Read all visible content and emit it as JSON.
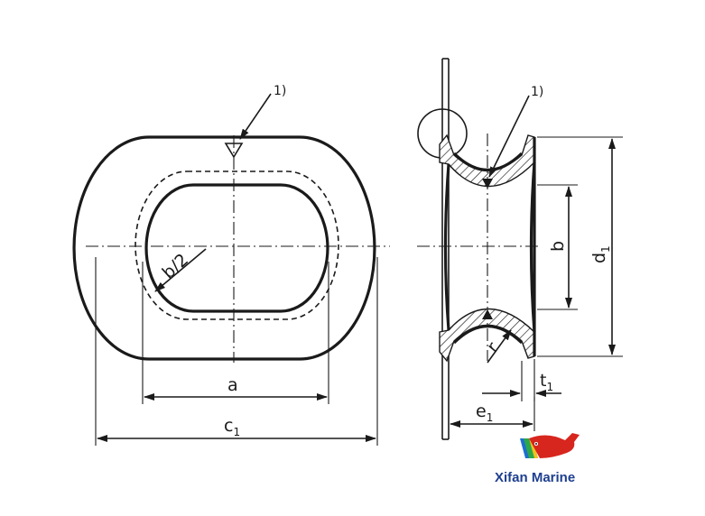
{
  "labels": {
    "callout_left": "1)",
    "callout_right": "1)",
    "dim_a": "a",
    "dim_c": "c",
    "dim_c_sub": "1",
    "dim_b_half": "b/2",
    "dim_b": "b",
    "dim_d": "d",
    "dim_d_sub": "1",
    "dim_t": "t",
    "dim_t_sub": "1",
    "dim_e": "e",
    "dim_e_sub": "1",
    "dim_r": "r"
  },
  "logo": {
    "brand": "Xifan Marine",
    "icon": "whale-logo-icon",
    "colors": {
      "body": "#d7261e",
      "tail": "#e63a2a",
      "stripes": [
        "#1d6fd1",
        "#2aa84a",
        "#f2c21b",
        "#e63a2a"
      ]
    }
  },
  "colors": {
    "ink": "#1a1a1a",
    "brand_text": "#1e3f8f"
  }
}
